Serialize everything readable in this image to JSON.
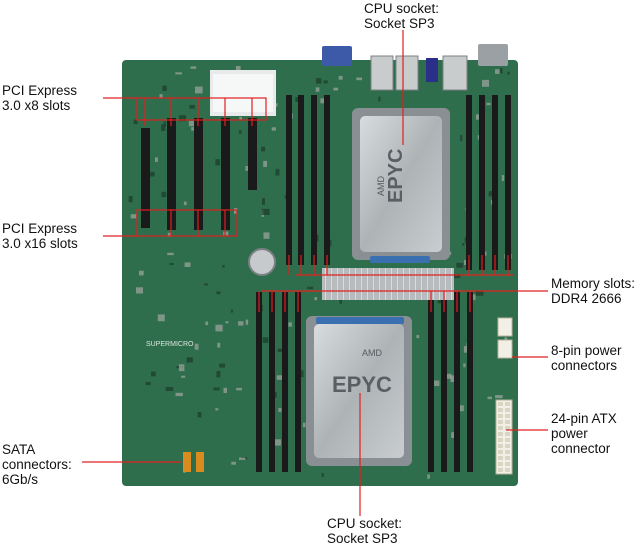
{
  "labels": {
    "cpu_top": [
      "CPU socket:",
      "Socket SP3"
    ],
    "pcie_x8": [
      "PCI Express",
      "3.0 x8 slots"
    ],
    "pcie_x16": [
      "PCI Express",
      "3.0 x16 slots"
    ],
    "memory": [
      "Memory slots:",
      "DDR4 2666"
    ],
    "power_8pin": [
      "8-pin power",
      "connectors"
    ],
    "atx_24pin": [
      "24-pin ATX",
      "power",
      "connector"
    ],
    "sata": [
      "SATA",
      "connectors:",
      "6Gb/s"
    ],
    "cpu_bottom": [
      "CPU socket:",
      "Socket SP3"
    ]
  },
  "board": {
    "cpu_brand": "AMD",
    "cpu_model": "EPYC",
    "brand_print": "SUPERMICRO"
  },
  "colors": {
    "pcb": "#2f6e4c",
    "pcb_dark": "#24583c",
    "callout": "#e02020",
    "slot": "#1a1a1a",
    "heatsink": "#b8bcbf"
  }
}
